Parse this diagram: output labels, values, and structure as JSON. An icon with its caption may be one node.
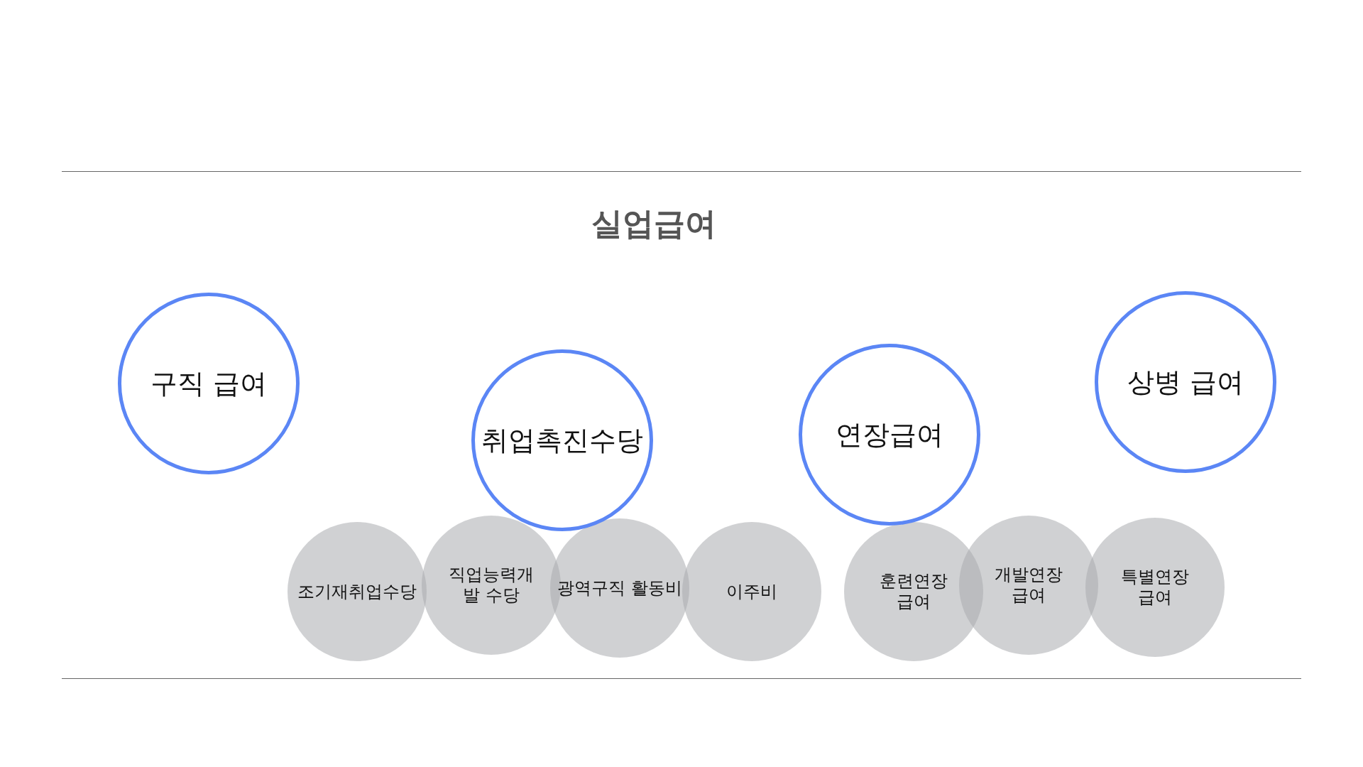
{
  "diagram": {
    "title": "실업급여",
    "nodes": [
      {
        "text": [
          "구직 급여"
        ]
      },
      {
        "text": [
          "취업촉진수당"
        ]
      },
      {
        "text": [
          "연장급여"
        ]
      },
      {
        "text": [
          "상병 급여"
        ]
      },
      {
        "text": [
          "조기재취업수당"
        ]
      },
      {
        "text": [
          "직업능력개발 수당"
        ]
      },
      {
        "text": [
          "광역구직 활동비"
        ]
      },
      {
        "text": [
          "이주비"
        ]
      },
      {
        "text": [
          "훈련연장 급여"
        ]
      },
      {
        "text": [
          "개발연장 급여"
        ]
      },
      {
        "text": [
          "특별연장 급여"
        ]
      }
    ]
  }
}
